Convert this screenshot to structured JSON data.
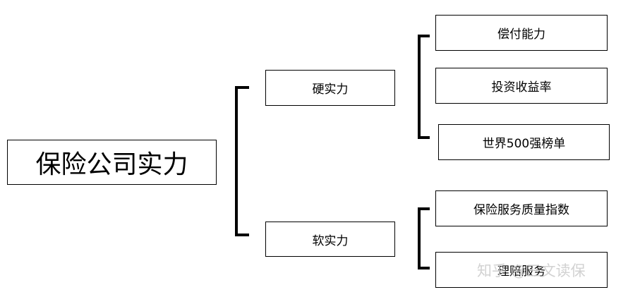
{
  "root": {
    "label": "保险公司实力"
  },
  "branches": [
    {
      "label": "硬实力",
      "children": [
        "偿付能力",
        "投资收益率",
        "世界500强榜单"
      ]
    },
    {
      "label": "软实力",
      "children": [
        "保险服务质量指数",
        "理赔服务"
      ]
    }
  ],
  "watermark": "知乎 @三文读保"
}
